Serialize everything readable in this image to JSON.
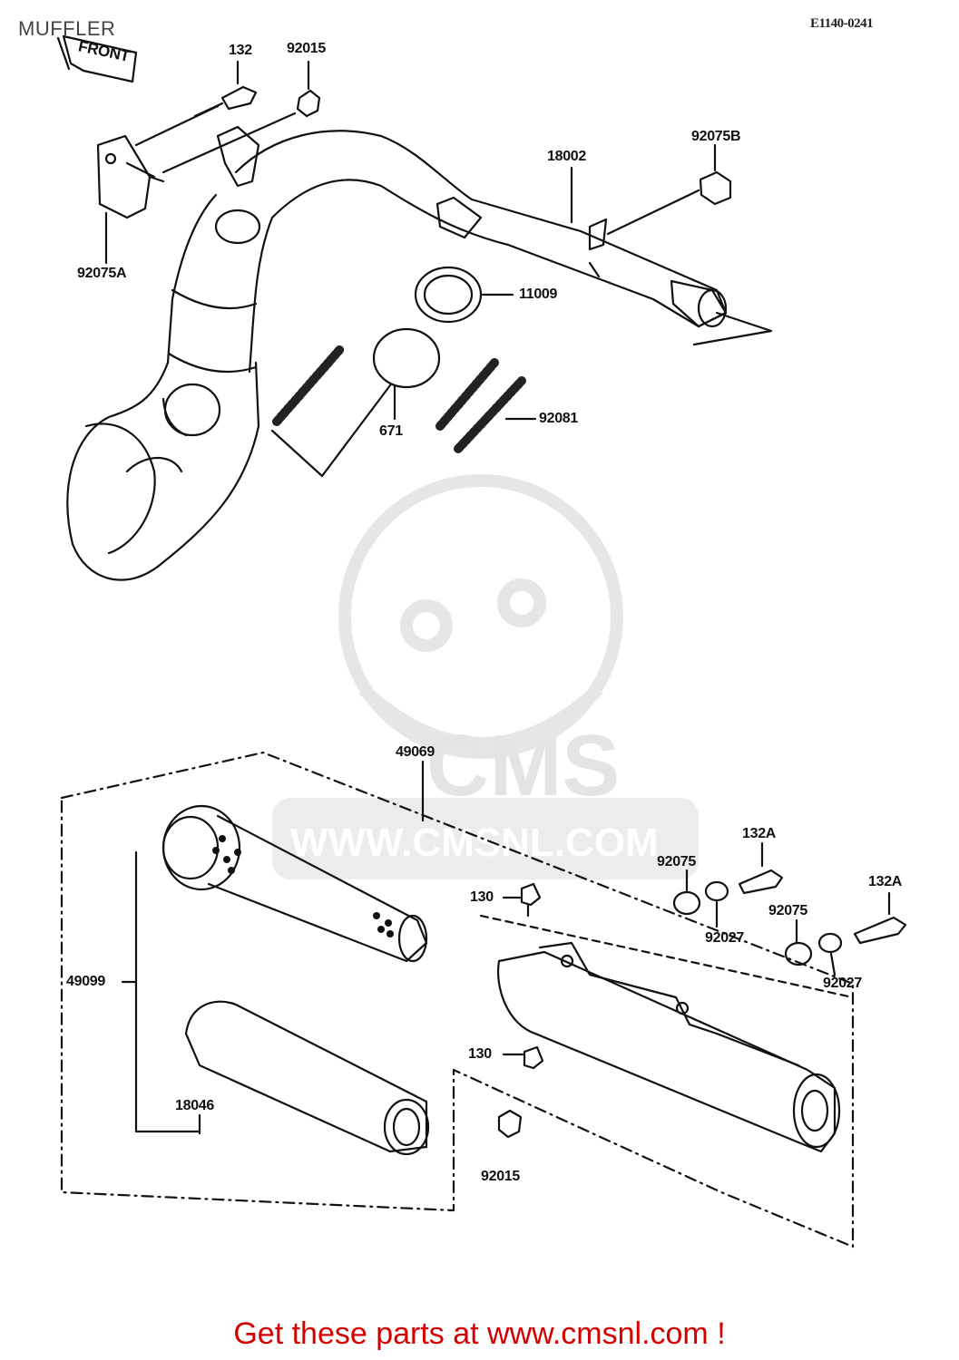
{
  "header": {
    "title": "MUFFLER",
    "diagram_code": "E1140-0241"
  },
  "watermark": {
    "brand": "CMS",
    "url": "WWW.CMSNL.COM"
  },
  "front_badge": "FRONT",
  "parts": {
    "p132": "132",
    "p92015_top": "92015",
    "p92075B": "92075B",
    "p18002": "18002",
    "p92075A": "92075A",
    "p11009": "11009",
    "p671": "671",
    "p92081": "92081",
    "p49069": "49069",
    "p132A_1": "132A",
    "p132A_2": "132A",
    "p92075_1": "92075",
    "p92075_2": "92075",
    "p92027_1": "92027",
    "p92027_2": "92027",
    "p130_1": "130",
    "p130_2": "130",
    "p49099": "49099",
    "p18046": "18046",
    "p92015_bottom": "92015"
  },
  "footer": {
    "cta": "Get these parts at www.cmsnl.com !"
  }
}
